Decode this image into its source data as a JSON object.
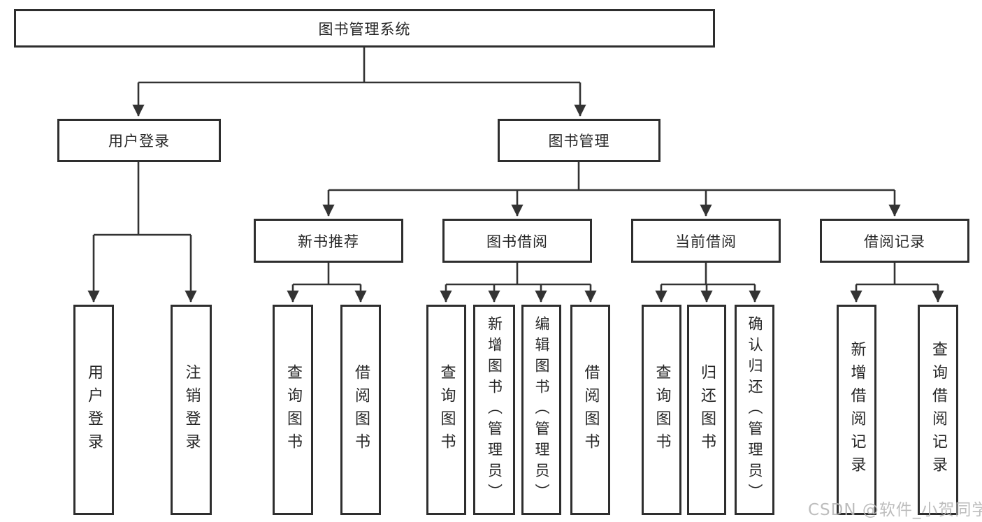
{
  "tree": {
    "label": "图书管理系统",
    "children": [
      {
        "label": "用户登录",
        "children": [
          {
            "label": "用户登录"
          },
          {
            "label": "注销登录"
          }
        ]
      },
      {
        "label": "图书管理",
        "children": [
          {
            "label": "新书推荐",
            "children": [
              {
                "label": "查询图书"
              },
              {
                "label": "借阅图书"
              }
            ]
          },
          {
            "label": "图书借阅",
            "children": [
              {
                "label": "查询图书"
              },
              {
                "label": "新增图书（管理员）"
              },
              {
                "label": "编辑图书（管理员）"
              },
              {
                "label": "借阅图书"
              }
            ]
          },
          {
            "label": "当前借阅",
            "children": [
              {
                "label": "查询图书"
              },
              {
                "label": "归还图书"
              },
              {
                "label": "确认归还（管理员）"
              }
            ]
          },
          {
            "label": "借阅记录",
            "children": [
              {
                "label": "新增借阅记录"
              },
              {
                "label": "查询借阅记录"
              }
            ]
          }
        ]
      }
    ]
  },
  "watermark": {
    "text": "CSDN @软件_小贺同学"
  },
  "colors": {
    "background": "#ffffff",
    "line": "#333333",
    "box_border": "#2e2e2e",
    "text": "#262626",
    "watermark": "#b7b7b7"
  }
}
